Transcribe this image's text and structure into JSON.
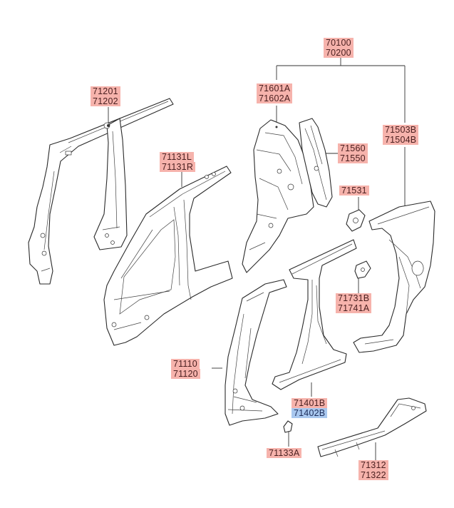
{
  "labels": {
    "top_assembly": [
      "70100",
      "70200"
    ],
    "roof_rail": [
      "71201",
      "71202"
    ],
    "side_outer": [
      "71131L",
      "71131R"
    ],
    "quarter_inner": [
      "71601A",
      "71602A"
    ],
    "quarter_ext": [
      "71560",
      "71550"
    ],
    "quarter_outer": [
      "71503B",
      "71504B"
    ],
    "bracket_small": "71531",
    "fuel_bracket": [
      "71731B",
      "71741A"
    ],
    "front_pillar": [
      "71110",
      "71120"
    ],
    "center_pillar": [
      "71401B",
      "71402B"
    ],
    "clip": "71133A",
    "sill": [
      "71312",
      "71322"
    ]
  },
  "colors": {
    "label_bg": "#f6b3ac",
    "highlight_bg": "#a9c8ef",
    "line": "#2a2a2a"
  }
}
